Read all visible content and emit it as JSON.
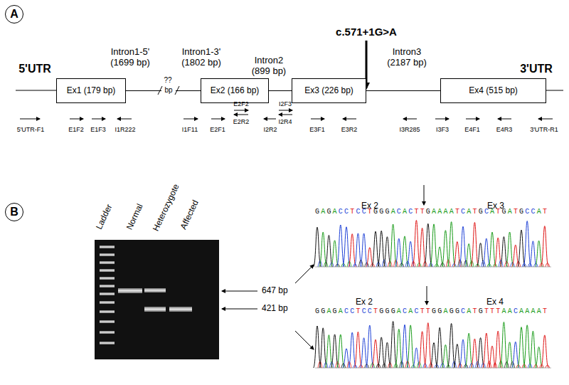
{
  "diagram": {
    "nodes": [
      {
        "text": [
          "A"
        ]
      },
      {
        "text": [
          "Ex1 (179 bp)"
        ]
      },
      {
        "text": [
          "Ex2 (166 bp)"
        ]
      },
      {
        "text": [
          "Ex3 (226 bp)"
        ]
      },
      {
        "text": [
          "Ex4 (515 bp)"
        ]
      },
      {
        "text": [
          "B"
        ]
      }
    ],
    "edges": [
      {
        "from": 1,
        "to": 2,
        "arrow": "none"
      },
      {
        "from": 2,
        "to": 3,
        "arrow": "none"
      },
      {
        "from": 3,
        "to": 4,
        "arrow": "none"
      }
    ],
    "labels": [
      "5'UTR",
      "Intron1-5' (1699 bp)",
      "Intron1-3' (1802 bp)",
      "c.571+1G>A",
      "Intron2 (899 bp)",
      "Intron3 (2187 bp)",
      "3'UTR",
      "??",
      "bp",
      "5'UTR-F1",
      "E1F2",
      "E1F3",
      "I1R222",
      "I1F11",
      "E2F1",
      "E2F2",
      "E2R2",
      "I2R2",
      "I2F3",
      "I2R4",
      "E3F1",
      "E3R2",
      "I3R285",
      "I3F3",
      "E4F1",
      "E4R3",
      "3'UTR-R1",
      "Ladder",
      "Normal",
      "Heterozygote",
      "Affected",
      "647 bp",
      "421 bp",
      "Ex 2",
      "Ex 3",
      "GAGACCTCCTGGGACACTTGAAAATCATGCATGATGCCAT",
      "Ex 2",
      "Ex 4",
      "GGAGACCTCCTGGGACACTTGGAGGCATGTTTAACAAAAT"
    ]
  }
}
